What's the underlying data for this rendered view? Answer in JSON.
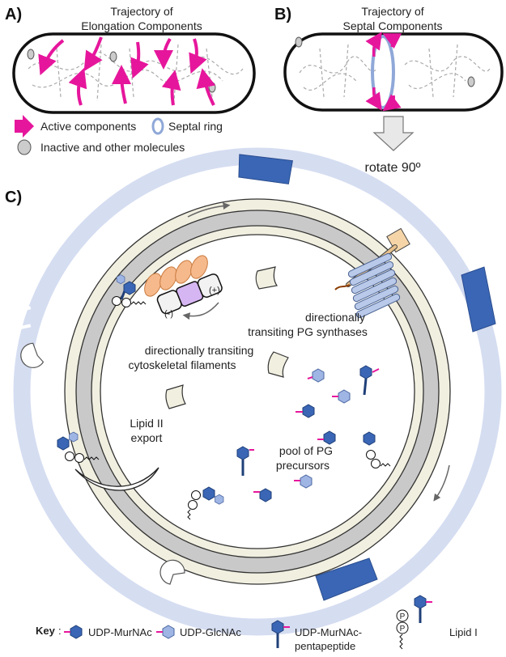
{
  "panels": {
    "a": "A)",
    "b": "B)",
    "c": "C)"
  },
  "panel_a": {
    "title_line1": "Trajectory of",
    "title_line2": "Elongation Components"
  },
  "panel_b": {
    "title_line1": "Trajectory of",
    "title_line2": "Septal Components"
  },
  "legend_top": {
    "active": "Active components",
    "septal": "Septal ring",
    "inactive": "Inactive and other molecules"
  },
  "rotate_label": "rotate 90º",
  "panel_c": {
    "synthases_line1": "directionally",
    "synthases_line2": "transiting PG synthases",
    "filaments_line1": "directionally transiting",
    "filaments_line2": "cytoskeletal filaments",
    "lipid_export_line1": "Lipid II",
    "lipid_export_line2": "export",
    "pool_line1": "pool of PG",
    "pool_line2": "precursors",
    "minus": "(-)",
    "plus": "(+)"
  },
  "key": {
    "title": "Key",
    "murnac": "UDP-MurNAc",
    "glcnac": "UDP-GlcNAc",
    "penta_line1": "UDP-MurNAc-",
    "penta_line2": "pentapeptide",
    "lipid": "Lipid  I",
    "p": "P"
  },
  "colors": {
    "magenta": "#e6169c",
    "septal_ring": "#8fa8d8",
    "outer_band": "#d5ddf1",
    "dark_blue": "#3a66b5",
    "light_hex": "#9fb5e4",
    "membrane_gray": "#c9c9c9",
    "membrane_cream": "#f1efe0",
    "orange": "#f6b98c",
    "purple": "#d6b6f2"
  }
}
